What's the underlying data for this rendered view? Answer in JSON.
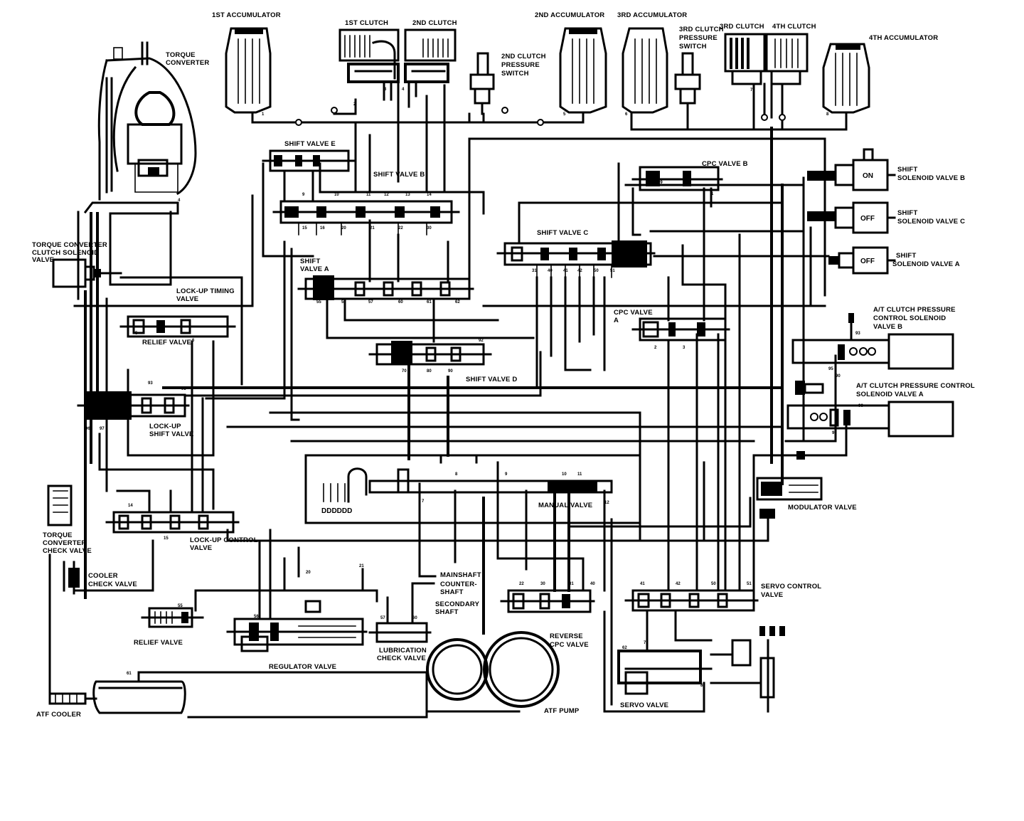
{
  "labels": {
    "torque_converter": [
      "TORQUE",
      "CONVERTER"
    ],
    "first_accumulator": "1ST ACCUMULATOR",
    "first_clutch": "1ST CLUTCH",
    "second_clutch": "2ND CLUTCH",
    "second_clutch_pressure_switch": [
      "2ND CLUTCH",
      "PRESSURE",
      "SWITCH"
    ],
    "second_accumulator": "2ND ACCUMULATOR",
    "third_accumulator": "3RD ACCUMULATOR",
    "third_clutch_pressure_switch": [
      "3RD CLUTCH",
      "PRESSURE",
      "SWITCH"
    ],
    "third_clutch": "3RD CLUTCH",
    "fourth_clutch": "4TH CLUTCH",
    "fourth_accumulator": "4TH ACCUMULATOR",
    "shift_valve_e": "SHIFT VALVE E",
    "shift_valve_b": "SHIFT VALVE B",
    "cpc_valve_b": "CPC VALVE B",
    "shift_solenoid_valve_b": [
      "SHIFT",
      "SOLENOID VALVE B"
    ],
    "shift_solenoid_valve_c": [
      "SHIFT",
      "SOLENOID VALVE C"
    ],
    "shift_solenoid_valve_a": [
      "SHIFT",
      "SOLENOID VALVE A"
    ],
    "solenoid_b_state": "ON",
    "solenoid_c_state": "OFF",
    "solenoid_a_state": "OFF",
    "shift_valve_c": "SHIFT VALVE C",
    "tcc_solenoid_valve": [
      "TORQUE CONVERTER",
      "CLUTCH SOLENOID",
      "VALVE"
    ],
    "shift_valve_a": [
      "SHIFT",
      "VALVE A"
    ],
    "lockup_timing_valve": [
      "LOCK-UP TIMING",
      "VALVE"
    ],
    "relief_valve_upper": "RELIEF VALVE",
    "cpc_valve_a": [
      "CPC VALVE",
      "A"
    ],
    "atclutch_pressure_solenoid_b": [
      "A/T CLUTCH PRESSURE",
      "CONTROL SOLENOID",
      "VALVE B"
    ],
    "shift_valve_d": "SHIFT VALVE D",
    "atclutch_pressure_solenoid_a": [
      "A/T CLUTCH PRESSURE CONTROL",
      "SOLENOID VALVE A"
    ],
    "lockup_shift_valve": [
      "LOCK-UP",
      "SHIFT VALVE"
    ],
    "manual_valve": "MANUAL VALVE",
    "modulator_valve": "MODULATOR VALVE",
    "torque_converter_check_valve": [
      "TORQUE",
      "CONVERTER",
      "CHECK VALVE"
    ],
    "lockup_control_valve": [
      "LOCK-UP CONTROL",
      "VALVE"
    ],
    "cooler_check_valve": [
      "COOLER",
      "CHECK VALVE"
    ],
    "mainshaft": "MAINSHAFT",
    "countershaft": [
      "COUNTER-",
      "SHAFT"
    ],
    "secondary_shaft": [
      "SECONDARY",
      "SHAFT"
    ],
    "servo_control_valve": [
      "SERVO CONTROL",
      "VALVE"
    ],
    "relief_valve": "RELIEF VALVE",
    "regulator_valve": "REGULATOR VALVE",
    "lubrication_check_valve": [
      "LUBRICATION",
      "CHECK VALVE"
    ],
    "reverse_cpc_valve": [
      "REVERSE",
      "CPC VALVE"
    ],
    "atf_cooler": "ATF COOLER",
    "atf_pump": "ATF PUMP",
    "servo_valve": "SERVO VALVE",
    "prnd_letters": "DDDDDD"
  },
  "ports": [
    "1",
    "2",
    "3",
    "4",
    "5",
    "6",
    "7",
    "8",
    "9",
    "10",
    "11",
    "12",
    "13",
    "14",
    "15",
    "16",
    "20",
    "21",
    "22",
    "30",
    "31",
    "40",
    "41",
    "42",
    "50",
    "51",
    "55",
    "56",
    "57",
    "60",
    "61",
    "62",
    "70",
    "80",
    "90",
    "92",
    "93",
    "95",
    "96",
    "97",
    "99"
  ]
}
